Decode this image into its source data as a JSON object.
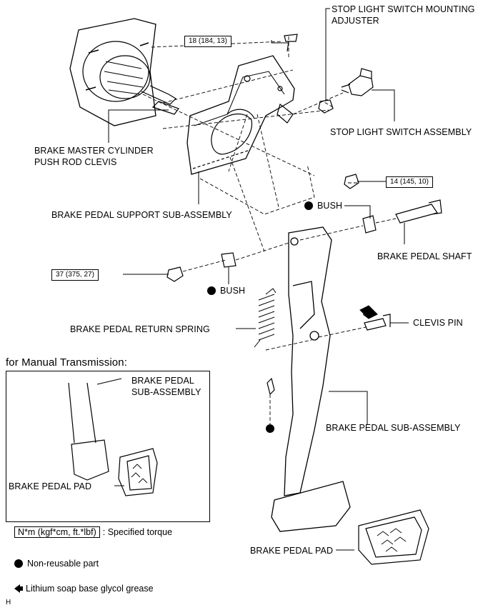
{
  "labels": {
    "stop_light_adjuster_line1": "STOP LIGHT SWITCH MOUNTING",
    "stop_light_adjuster_line2": "ADJUSTER",
    "stop_light_switch": "STOP LIGHT SWITCH ASSEMBLY",
    "master_cyl_line1": "BRAKE MASTER CYLINDER",
    "master_cyl_line2": "PUSH ROD CLEVIS",
    "support": "BRAKE PEDAL SUPPORT SUB-ASSEMBLY",
    "bush_right": "BUSH",
    "bush_left": "BUSH",
    "pedal_shaft": "BRAKE PEDAL SHAFT",
    "return_spring": "BRAKE PEDAL RETURN SPRING",
    "clevis_pin": "CLEVIS PIN",
    "pedal_sub": "BRAKE PEDAL SUB-ASSEMBLY",
    "pedal_pad": "BRAKE PEDAL PAD",
    "mt_title": "for Manual Transmission:",
    "mt_pedal_line1": "BRAKE PEDAL",
    "mt_pedal_line2": "SUB-ASSEMBLY",
    "mt_pad": "BRAKE PEDAL PAD",
    "figure_code": "H"
  },
  "torques": {
    "bolt_top": "18 (184, 13)",
    "nut_right": "14 (145, 10)",
    "nut_left": "37 (375, 27)"
  },
  "legend": {
    "torque_box": "N*m (kgf*cm, ft.*lbf)",
    "torque_text": ": Specified torque",
    "non_reusable": "Non-reusable part",
    "grease": "Lithium soap base glycol grease"
  },
  "icons": {
    "non_reusable": "filled-circle-icon",
    "grease": "left-arrow-icon"
  }
}
